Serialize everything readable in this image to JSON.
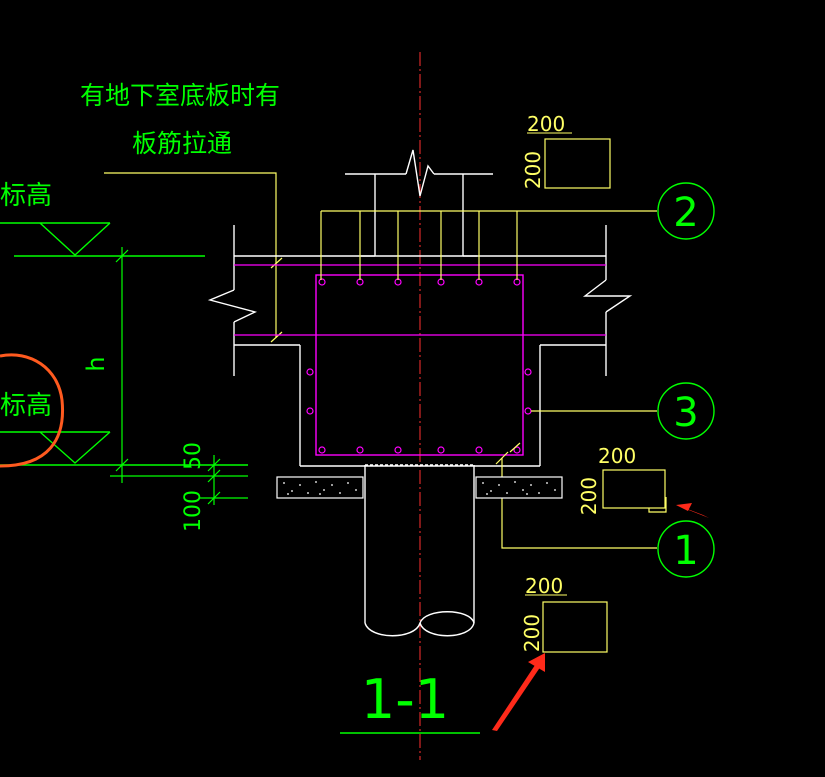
{
  "colors": {
    "background": "#000000",
    "green": "#00ff00",
    "yellow": "#ffff66",
    "white": "#ffffff",
    "magenta": "#ff00ff",
    "red_centerline": "#ff3030",
    "annotation_orange": "#ff5a1f",
    "annotation_red": "#ff2a1a"
  },
  "notes": {
    "line1": "有地下室底板时有",
    "line2": "板筋拉通"
  },
  "labels": {
    "elev_top": "标高",
    "elev_bottom": "标高",
    "dim_h": "h",
    "dim_50": "50",
    "dim_100": "100",
    "section_title": "1-1"
  },
  "callouts": {
    "c2": "2",
    "c3": "3",
    "c1": "1"
  },
  "stirrup_details": {
    "d2": {
      "width": "200",
      "height": "200"
    },
    "d1": {
      "width": "200",
      "height": "200"
    },
    "d3": {
      "width": "200",
      "height": "200"
    }
  }
}
